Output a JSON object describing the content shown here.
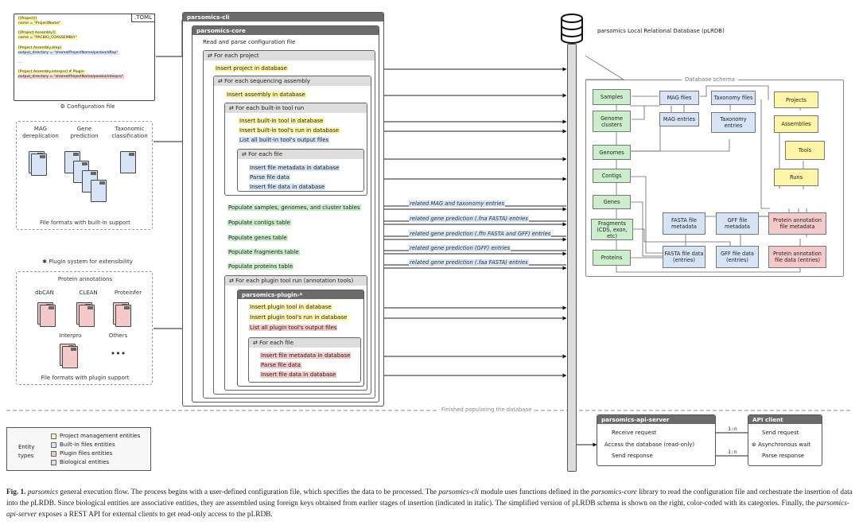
{
  "config": {
    "tag": ".TOML",
    "lines": [
      {
        "text": "[[Project]]",
        "hl": "y"
      },
      {
        "text": "name = \"ProjectName\"",
        "hl": "y"
      },
      {
        "text": "",
        "hl": ""
      },
      {
        "text": "[[Project.Assembly]]",
        "hl": "y"
      },
      {
        "text": "name = \"PACBIO_COASSEMBLY\"",
        "hl": "y"
      },
      {
        "text": "",
        "hl": ""
      },
      {
        "text": "[Project.Assembly.drep]",
        "hl": "y"
      },
      {
        "text": "output_directory = \"shared/ProjectName/pacbio/dRep\"",
        "hl": "b"
      },
      {
        "text": "",
        "hl": ""
      },
      {
        "text": "...",
        "hl": ""
      },
      {
        "text": "",
        "hl": ""
      },
      {
        "text": "[Project.Assembly.interpro] # Plugin",
        "hl": "y"
      },
      {
        "text": "output_directory = \"shared/ProjectName/pacbio/interpro\"",
        "hl": "r"
      }
    ],
    "caption": "Configuration file"
  },
  "builtin": {
    "tools": [
      "MAG\ndereplication",
      "Gene\nprediction",
      "Taxonomic\nclassification"
    ],
    "caption": "File formats with built-in support"
  },
  "plugins": {
    "heading": "Plugin system for extensibility",
    "title": "Protein annotations",
    "tools": [
      "dbCAN",
      "CLEAN",
      "Proteinfer",
      "Interpro",
      "Others"
    ],
    "ellipsis": "•••",
    "caption": "File formats with plugin support"
  },
  "cli": {
    "title": "parsomics-cli",
    "core_title": "parsomics-core",
    "read_config": "Read and parse configuration file",
    "loop_project": "For each project",
    "insert_project": "Insert project in database",
    "loop_assembly": "For each sequencing assembly",
    "insert_assembly": "Insert assembly in database",
    "loop_builtin": "For each built-in tool run",
    "insert_builtin_tool": "Insert built-in tool in database",
    "insert_builtin_run": "Insert built-in tool's run in database",
    "list_builtin_files": "List all built-in tool's output files",
    "loop_file": "For each file",
    "insert_file_meta": "Insert file metadata in database",
    "parse_file": "Parse file data",
    "insert_file_data": "Insert file data in database",
    "populate": [
      {
        "label": "Populate samples, genomes, and cluster tables",
        "related": "related MAG and taxonomy entries"
      },
      {
        "label": "Populate contigs table",
        "related": "related gene prediction (.fna FASTA) entries"
      },
      {
        "label": "Populate genes table",
        "related": "related gene prediction (.ffn FASTA and GFF) entries"
      },
      {
        "label": "Populate fragments table",
        "related": "related gene prediction (GFF) entries"
      },
      {
        "label": "Populate proteins table",
        "related": "related gene prediction (.faa FASTA) entries"
      }
    ],
    "loop_plugin": "For each plugin tool run (annotation tools)",
    "plugin_title": "parsomics-plugin-*",
    "insert_plugin_tool": "Insert plugin tool in database",
    "insert_plugin_run": "Insert plugin tool's run in database",
    "list_plugin_files": "List all plugin tool's output files",
    "plugin_loop_file": "For each file",
    "plugin_insert_meta": "Insert file metadata in database",
    "plugin_parse": "Parse file data",
    "plugin_insert_data": "Insert file data in database"
  },
  "db": {
    "title": "parsomics Local Relational Database (pLRDB)",
    "schema_label": "Database schema",
    "entities": {
      "samples": "Samples",
      "genome_clusters": "Genome clusters",
      "genomes": "Genomes",
      "contigs": "Contigs",
      "genes": "Genes",
      "fragments": "Fragments (CDS, exon, etc)",
      "proteins": "Proteins",
      "mag_files": "MAG files",
      "mag_entries": "MAG entries",
      "taxonomy_files": "Taxonomy files",
      "taxonomy_entries": "Taxonomy entries",
      "projects": "Projects",
      "assemblies": "Assemblies",
      "tools": "Tools",
      "runs": "Runs",
      "fasta_meta": "FASTA file metadata",
      "gff_meta": "GFF file metadata",
      "protein_meta": "Protein annotation file metadata",
      "fasta_data": "FASTA file data (entries)",
      "gff_data": "GFF file data (entries)",
      "protein_data": "Protein annotation file data (entries)"
    }
  },
  "divider_label": "Finished populating the database",
  "api_server": {
    "title": "parsomics-api-server",
    "receive": "Receive request",
    "access": "Access the database (read-only)",
    "send": "Send response",
    "cardinality_1": "1:n",
    "cardinality_2": "1:n"
  },
  "api_client": {
    "title": "API client",
    "send": "Send request",
    "wait": "Asynchronous wait",
    "parse": "Parse response"
  },
  "legend": {
    "label": "Entity types",
    "items": [
      {
        "label": "Project management entities",
        "color": "#fdf6a8"
      },
      {
        "label": "Built-in files entities",
        "color": "#d6e4f5"
      },
      {
        "label": "Plugin files entities",
        "color": "#f4c9c9"
      },
      {
        "label": "Biological entities",
        "color": "#cdeecd"
      }
    ]
  },
  "caption": {
    "fig": "Fig. 1.",
    "seg1": "parsomics",
    "seg2": " general execution flow. The process begins with a user-defined configuration file, which specifies the data to be processed. The ",
    "seg3": "parsomics-cli",
    "seg4": " module uses functions defined in the ",
    "seg5": "parsomics-core",
    "seg6": " library to read the configuration file and orchestrate the insertion of data into the pLRDB. Since biological entities are associative entities, they are assembled using foreign keys obtained from earlier stages of insertion (indicated in italic). The simplified version of pLRDB schema is shown on the right, color-coded with its categories. Finally, the ",
    "seg7": "parsomics-api-server",
    "seg8": " exposes a REST API for external clients to get read-only access to the pLRDB."
  },
  "colors": {
    "project": "#fdf6a8",
    "builtin": "#d6e4f5",
    "plugin": "#f4c9c9",
    "biological": "#cdeecd",
    "panel_header": "#6b6b6b"
  }
}
